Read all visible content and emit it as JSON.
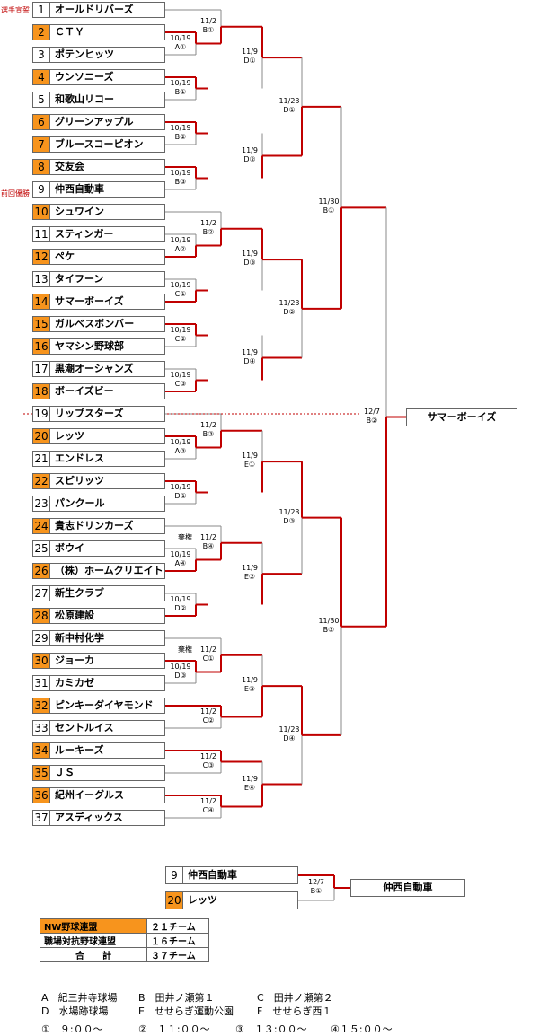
{
  "notes": {
    "defending": "選手宣誓",
    "previous_winner": "前回優勝"
  },
  "teams": [
    {
      "seed": "1",
      "name": "オールドリバーズ",
      "nw": false
    },
    {
      "seed": "2",
      "name": "ＣＴＹ",
      "nw": true
    },
    {
      "seed": "3",
      "name": "ポテンヒッツ",
      "nw": false
    },
    {
      "seed": "4",
      "name": "ウンソニーズ",
      "nw": true
    },
    {
      "seed": "5",
      "name": "和歌山リコー",
      "nw": false
    },
    {
      "seed": "6",
      "name": "グリーンアップル",
      "nw": true
    },
    {
      "seed": "7",
      "name": "ブルースコーピオン",
      "nw": true
    },
    {
      "seed": "8",
      "name": "交友会",
      "nw": true
    },
    {
      "seed": "9",
      "name": "仲西自動車",
      "nw": false
    },
    {
      "seed": "10",
      "name": "シュワイン",
      "nw": true
    },
    {
      "seed": "11",
      "name": "スティンガー",
      "nw": false
    },
    {
      "seed": "12",
      "name": "ペケ",
      "nw": true
    },
    {
      "seed": "13",
      "name": "タイフーン",
      "nw": false
    },
    {
      "seed": "14",
      "name": "サマーボーイズ",
      "nw": true
    },
    {
      "seed": "15",
      "name": "ガルベスボンバー",
      "nw": true
    },
    {
      "seed": "16",
      "name": "ヤマシン野球部",
      "nw": true
    },
    {
      "seed": "17",
      "name": "黒潮オーシャンズ",
      "nw": false
    },
    {
      "seed": "18",
      "name": "ボーイズビー",
      "nw": true
    },
    {
      "seed": "19",
      "name": "リップスターズ",
      "nw": false
    },
    {
      "seed": "20",
      "name": "レッツ",
      "nw": true
    },
    {
      "seed": "21",
      "name": "エンドレス",
      "nw": false
    },
    {
      "seed": "22",
      "name": "スピリッツ",
      "nw": true
    },
    {
      "seed": "23",
      "name": "パンクール",
      "nw": false
    },
    {
      "seed": "24",
      "name": "貴志ドリンカーズ",
      "nw": true
    },
    {
      "seed": "25",
      "name": "ボウイ",
      "nw": false
    },
    {
      "seed": "26",
      "name": "（株）ホームクリエイト",
      "nw": true
    },
    {
      "seed": "27",
      "name": "新生クラブ",
      "nw": false
    },
    {
      "seed": "28",
      "name": "松原建設",
      "nw": true
    },
    {
      "seed": "29",
      "name": "新中村化学",
      "nw": false
    },
    {
      "seed": "30",
      "name": "ジョーカ",
      "nw": true
    },
    {
      "seed": "31",
      "name": "カミカゼ",
      "nw": false
    },
    {
      "seed": "32",
      "name": "ピンキーダイヤモンド",
      "nw": true
    },
    {
      "seed": "33",
      "name": "セントルイス",
      "nw": false
    },
    {
      "seed": "34",
      "name": "ルーキーズ",
      "nw": true
    },
    {
      "seed": "35",
      "name": "ＪＳ",
      "nw": true
    },
    {
      "seed": "36",
      "name": "紀州イーグルス",
      "nw": true
    },
    {
      "seed": "37",
      "name": "アスディックス",
      "nw": false
    }
  ],
  "round1": [
    {
      "t": [
        2,
        3
      ],
      "w": 2,
      "date": "10/19",
      "code": "A①"
    },
    {
      "t": [
        4,
        5
      ],
      "w": 4,
      "date": "10/19",
      "code": "B①"
    },
    {
      "t": [
        6,
        7
      ],
      "w": 6,
      "date": "10/19",
      "code": "B②"
    },
    {
      "t": [
        8,
        9
      ],
      "w": 8,
      "date": "10/19",
      "code": "B③"
    },
    {
      "t": [
        11,
        12
      ],
      "w": 12,
      "date": "10/19",
      "code": "A②"
    },
    {
      "t": [
        13,
        14
      ],
      "w": 14,
      "date": "10/19",
      "code": "C①"
    },
    {
      "t": [
        15,
        16
      ],
      "w": 15,
      "date": "10/19",
      "code": "C②"
    },
    {
      "t": [
        17,
        18
      ],
      "w": 18,
      "date": "10/19",
      "code": "C③"
    },
    {
      "t": [
        20,
        21
      ],
      "w": 20,
      "date": "10/19",
      "code": "A③"
    },
    {
      "t": [
        22,
        23
      ],
      "w": 22,
      "date": "10/19",
      "code": "D①"
    },
    {
      "t": [
        25,
        26
      ],
      "w": 26,
      "date": "10/19",
      "code": "A④"
    },
    {
      "t": [
        27,
        28
      ],
      "w": 28,
      "date": "10/19",
      "code": "D②"
    },
    {
      "t": [
        30,
        31
      ],
      "w": 30,
      "date": "10/19",
      "code": "D③"
    }
  ],
  "round2": [
    {
      "date": "11/2",
      "code": "B①",
      "w": "b"
    },
    {
      "date": "11/2",
      "code": "B②",
      "w": "b"
    },
    {
      "date": "11/2",
      "code": "B③",
      "w": "b"
    },
    {
      "date": "11/2",
      "code": "B④",
      "w": "b",
      "note": "棄権"
    },
    {
      "date": "11/2",
      "code": "C①",
      "w": "b",
      "note": "棄権"
    },
    {
      "date": "11/2",
      "code": "C②",
      "w": "a"
    },
    {
      "date": "11/2",
      "code": "C③",
      "w": "a"
    },
    {
      "date": "11/2",
      "code": "C④",
      "w": "a"
    }
  ],
  "round3": [
    {
      "date": "11/9",
      "code": "D①",
      "w": "a"
    },
    {
      "date": "11/9",
      "code": "D②",
      "w": "b"
    },
    {
      "date": "11/9",
      "code": "D③",
      "w": "a"
    },
    {
      "date": "11/9",
      "code": "D④",
      "w": "b"
    },
    {
      "date": "11/9",
      "code": "E①",
      "w": "b"
    },
    {
      "date": "11/9",
      "code": "E②",
      "w": "b"
    },
    {
      "date": "11/9",
      "code": "E③",
      "w": "b"
    },
    {
      "date": "11/9",
      "code": "E④",
      "w": "b"
    }
  ],
  "round4": [
    {
      "date": "11/23",
      "code": "D①",
      "w": "b"
    },
    {
      "date": "11/23",
      "code": "D②",
      "w": "a"
    },
    {
      "date": "11/23",
      "code": "D③",
      "w": "a"
    },
    {
      "date": "11/23",
      "code": "D④",
      "w": "a"
    }
  ],
  "semis": [
    {
      "date": "11/30",
      "code": "B①",
      "w": "b"
    },
    {
      "date": "11/30",
      "code": "B②",
      "w": "a"
    }
  ],
  "final": {
    "date": "12/7",
    "code": "B②",
    "winner": "サマーボーイズ"
  },
  "extra": {
    "teams": [
      {
        "seed": "9",
        "name": "仲西自動車",
        "nw": false
      },
      {
        "seed": "20",
        "name": "レッツ",
        "nw": true
      }
    ],
    "date": "12/7",
    "code": "B①",
    "winner": "仲西自動車"
  },
  "stats": [
    {
      "league": "NW野球連盟",
      "count": "２１チーム",
      "orange": true
    },
    {
      "league": "職場対抗野球連盟",
      "count": "１６チーム",
      "orange": false
    },
    {
      "league": "合　　計",
      "count": "３７チーム",
      "orange": false
    }
  ],
  "venues": [
    {
      "code": "A",
      "name": "紀三井寺球場"
    },
    {
      "code": "B",
      "name": "田井ノ瀬第１"
    },
    {
      "code": "C",
      "name": "田井ノ瀬第２"
    },
    {
      "code": "D",
      "name": "水場跡球場"
    },
    {
      "code": "E",
      "name": "せせらぎ運動公園"
    },
    {
      "code": "F",
      "name": "せせらぎ西１"
    }
  ],
  "times": [
    "①　９:００～",
    "②　１１:００～",
    "③　１３:００～",
    "④１５:００～"
  ],
  "colors": {
    "nw": "#f7941d",
    "win": "#c00000",
    "lose": "#888888"
  }
}
